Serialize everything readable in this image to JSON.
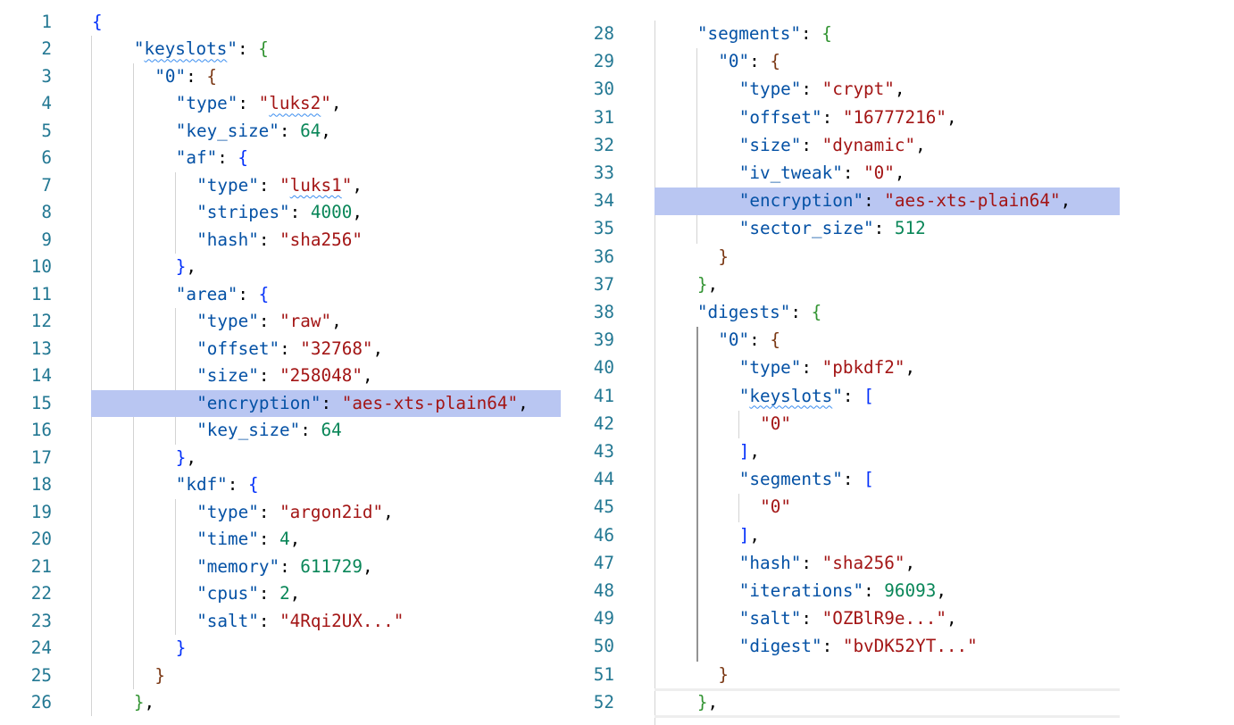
{
  "editor": {
    "language": "json",
    "colors": {
      "key": "#0451a5",
      "string": "#a31515",
      "number": "#098658",
      "line_number": "#237893",
      "bracket_level_1": "#0431fa",
      "bracket_level_2": "#319331",
      "bracket_level_3": "#7b3814",
      "selection_highlight": "#b9c6f2"
    },
    "panels": [
      {
        "name": "left",
        "first_line": 1,
        "highlighted_lines": [
          15
        ],
        "lines": [
          {
            "n": "1",
            "indent": 0,
            "tokens": [
              [
                "b1",
                "{"
              ]
            ]
          },
          {
            "n": "2",
            "indent": 4,
            "tokens": [
              [
                "t-key",
                "\""
              ],
              [
                "t-key spell",
                "keyslots"
              ],
              [
                "t-key",
                "\""
              ],
              [
                "t-p",
                ": "
              ],
              [
                "b2",
                "{"
              ]
            ]
          },
          {
            "n": "3",
            "indent": 6,
            "tokens": [
              [
                "t-key",
                "\"0\""
              ],
              [
                "t-p",
                ": "
              ],
              [
                "b3",
                "{"
              ]
            ]
          },
          {
            "n": "4",
            "indent": 8,
            "tokens": [
              [
                "t-key",
                "\"type\""
              ],
              [
                "t-p",
                ": "
              ],
              [
                "t-str",
                "\""
              ],
              [
                "t-str spell",
                "luks2"
              ],
              [
                "t-str",
                "\""
              ],
              [
                "t-p",
                ","
              ]
            ]
          },
          {
            "n": "5",
            "indent": 8,
            "tokens": [
              [
                "t-key",
                "\"key_size\""
              ],
              [
                "t-p",
                ": "
              ],
              [
                "t-num",
                "64"
              ],
              [
                "t-p",
                ","
              ]
            ]
          },
          {
            "n": "6",
            "indent": 8,
            "tokens": [
              [
                "t-key",
                "\"af\""
              ],
              [
                "t-p",
                ": "
              ],
              [
                "b1",
                "{"
              ]
            ]
          },
          {
            "n": "7",
            "indent": 10,
            "tokens": [
              [
                "t-key",
                "\"type\""
              ],
              [
                "t-p",
                ": "
              ],
              [
                "t-str",
                "\""
              ],
              [
                "t-str spell",
                "luks1"
              ],
              [
                "t-str",
                "\""
              ],
              [
                "t-p",
                ","
              ]
            ]
          },
          {
            "n": "8",
            "indent": 10,
            "tokens": [
              [
                "t-key",
                "\"stripes\""
              ],
              [
                "t-p",
                ": "
              ],
              [
                "t-num",
                "4000"
              ],
              [
                "t-p",
                ","
              ]
            ]
          },
          {
            "n": "9",
            "indent": 10,
            "tokens": [
              [
                "t-key",
                "\"hash\""
              ],
              [
                "t-p",
                ": "
              ],
              [
                "t-str",
                "\"sha256\""
              ]
            ]
          },
          {
            "n": "10",
            "indent": 8,
            "tokens": [
              [
                "b1",
                "}"
              ],
              [
                "t-p",
                ","
              ]
            ]
          },
          {
            "n": "11",
            "indent": 8,
            "tokens": [
              [
                "t-key",
                "\"area\""
              ],
              [
                "t-p",
                ": "
              ],
              [
                "b1",
                "{"
              ]
            ]
          },
          {
            "n": "12",
            "indent": 10,
            "tokens": [
              [
                "t-key",
                "\"type\""
              ],
              [
                "t-p",
                ": "
              ],
              [
                "t-str",
                "\"raw\""
              ],
              [
                "t-p",
                ","
              ]
            ]
          },
          {
            "n": "13",
            "indent": 10,
            "tokens": [
              [
                "t-key",
                "\"offset\""
              ],
              [
                "t-p",
                ": "
              ],
              [
                "t-str",
                "\"32768\""
              ],
              [
                "t-p",
                ","
              ]
            ]
          },
          {
            "n": "14",
            "indent": 10,
            "tokens": [
              [
                "t-key",
                "\"size\""
              ],
              [
                "t-p",
                ": "
              ],
              [
                "t-str",
                "\"258048\""
              ],
              [
                "t-p",
                ","
              ]
            ]
          },
          {
            "n": "15",
            "indent": 10,
            "tokens": [
              [
                "t-key",
                "\"encryption\""
              ],
              [
                "t-p",
                ": "
              ],
              [
                "t-str",
                "\"aes-xts-plain64\""
              ],
              [
                "t-p",
                ","
              ]
            ]
          },
          {
            "n": "16",
            "indent": 10,
            "tokens": [
              [
                "t-key",
                "\"key_size\""
              ],
              [
                "t-p",
                ": "
              ],
              [
                "t-num",
                "64"
              ]
            ]
          },
          {
            "n": "17",
            "indent": 8,
            "tokens": [
              [
                "b1",
                "}"
              ],
              [
                "t-p",
                ","
              ]
            ]
          },
          {
            "n": "18",
            "indent": 8,
            "tokens": [
              [
                "t-key",
                "\"kdf\""
              ],
              [
                "t-p",
                ": "
              ],
              [
                "b1",
                "{"
              ]
            ]
          },
          {
            "n": "19",
            "indent": 10,
            "tokens": [
              [
                "t-key",
                "\"type\""
              ],
              [
                "t-p",
                ": "
              ],
              [
                "t-str",
                "\"argon2id\""
              ],
              [
                "t-p",
                ","
              ]
            ]
          },
          {
            "n": "20",
            "indent": 10,
            "tokens": [
              [
                "t-key",
                "\"time\""
              ],
              [
                "t-p",
                ": "
              ],
              [
                "t-num",
                "4"
              ],
              [
                "t-p",
                ","
              ]
            ]
          },
          {
            "n": "21",
            "indent": 10,
            "tokens": [
              [
                "t-key",
                "\"memory\""
              ],
              [
                "t-p",
                ": "
              ],
              [
                "t-num",
                "611729"
              ],
              [
                "t-p",
                ","
              ]
            ]
          },
          {
            "n": "22",
            "indent": 10,
            "tokens": [
              [
                "t-key",
                "\"cpus\""
              ],
              [
                "t-p",
                ": "
              ],
              [
                "t-num",
                "2"
              ],
              [
                "t-p",
                ","
              ]
            ]
          },
          {
            "n": "23",
            "indent": 10,
            "tokens": [
              [
                "t-key",
                "\"salt\""
              ],
              [
                "t-p",
                ": "
              ],
              [
                "t-str",
                "\"4Rqi2UX...\""
              ]
            ]
          },
          {
            "n": "24",
            "indent": 8,
            "tokens": [
              [
                "b1",
                "}"
              ]
            ]
          },
          {
            "n": "25",
            "indent": 6,
            "tokens": [
              [
                "b3",
                "}"
              ]
            ]
          },
          {
            "n": "26",
            "indent": 4,
            "tokens": [
              [
                "b2",
                "}"
              ],
              [
                "t-p",
                ","
              ]
            ]
          }
        ]
      },
      {
        "name": "right",
        "first_line": 28,
        "highlighted_lines": [
          34
        ],
        "current_line": 52,
        "lines": [
          {
            "n": "28",
            "indent": 4,
            "tokens": [
              [
                "t-key",
                "\"segments\""
              ],
              [
                "t-p",
                ": "
              ],
              [
                "b2",
                "{"
              ]
            ]
          },
          {
            "n": "29",
            "indent": 6,
            "tokens": [
              [
                "t-key",
                "\"0\""
              ],
              [
                "t-p",
                ": "
              ],
              [
                "b3",
                "{"
              ]
            ]
          },
          {
            "n": "30",
            "indent": 8,
            "tokens": [
              [
                "t-key",
                "\"type\""
              ],
              [
                "t-p",
                ": "
              ],
              [
                "t-str",
                "\"crypt\""
              ],
              [
                "t-p",
                ","
              ]
            ]
          },
          {
            "n": "31",
            "indent": 8,
            "tokens": [
              [
                "t-key",
                "\"offset\""
              ],
              [
                "t-p",
                ": "
              ],
              [
                "t-str",
                "\"16777216\""
              ],
              [
                "t-p",
                ","
              ]
            ]
          },
          {
            "n": "32",
            "indent": 8,
            "tokens": [
              [
                "t-key",
                "\"size\""
              ],
              [
                "t-p",
                ": "
              ],
              [
                "t-str",
                "\"dynamic\""
              ],
              [
                "t-p",
                ","
              ]
            ]
          },
          {
            "n": "33",
            "indent": 8,
            "tokens": [
              [
                "t-key",
                "\"iv_tweak\""
              ],
              [
                "t-p",
                ": "
              ],
              [
                "t-str",
                "\"0\""
              ],
              [
                "t-p",
                ","
              ]
            ]
          },
          {
            "n": "34",
            "indent": 8,
            "tokens": [
              [
                "t-key",
                "\"encryption\""
              ],
              [
                "t-p",
                ": "
              ],
              [
                "t-str",
                "\"aes-xts-plain64\""
              ],
              [
                "t-p",
                ","
              ]
            ]
          },
          {
            "n": "35",
            "indent": 8,
            "tokens": [
              [
                "t-key",
                "\"sector_size\""
              ],
              [
                "t-p",
                ": "
              ],
              [
                "t-num",
                "512"
              ]
            ]
          },
          {
            "n": "36",
            "indent": 6,
            "tokens": [
              [
                "b3",
                "}"
              ]
            ]
          },
          {
            "n": "37",
            "indent": 4,
            "tokens": [
              [
                "b2",
                "}"
              ],
              [
                "t-p",
                ","
              ]
            ]
          },
          {
            "n": "38",
            "indent": 4,
            "tokens": [
              [
                "t-key",
                "\"digests\""
              ],
              [
                "t-p",
                ": "
              ],
              [
                "b2",
                "{"
              ]
            ]
          },
          {
            "n": "39",
            "indent": 6,
            "tokens": [
              [
                "t-key",
                "\"0\""
              ],
              [
                "t-p",
                ": "
              ],
              [
                "b3",
                "{"
              ]
            ]
          },
          {
            "n": "40",
            "indent": 8,
            "tokens": [
              [
                "t-key",
                "\"type\""
              ],
              [
                "t-p",
                ": "
              ],
              [
                "t-str",
                "\"pbkdf2\""
              ],
              [
                "t-p",
                ","
              ]
            ]
          },
          {
            "n": "41",
            "indent": 8,
            "tokens": [
              [
                "t-key",
                "\""
              ],
              [
                "t-key spell",
                "keyslots"
              ],
              [
                "t-key",
                "\""
              ],
              [
                "t-p",
                ": "
              ],
              [
                "b1",
                "["
              ]
            ]
          },
          {
            "n": "42",
            "indent": 10,
            "tokens": [
              [
                "t-str",
                "\"0\""
              ]
            ]
          },
          {
            "n": "43",
            "indent": 8,
            "tokens": [
              [
                "b1",
                "]"
              ],
              [
                "t-p",
                ","
              ]
            ]
          },
          {
            "n": "44",
            "indent": 8,
            "tokens": [
              [
                "t-key",
                "\"segments\""
              ],
              [
                "t-p",
                ": "
              ],
              [
                "b1",
                "["
              ]
            ]
          },
          {
            "n": "45",
            "indent": 10,
            "tokens": [
              [
                "t-str",
                "\"0\""
              ]
            ]
          },
          {
            "n": "46",
            "indent": 8,
            "tokens": [
              [
                "b1",
                "]"
              ],
              [
                "t-p",
                ","
              ]
            ]
          },
          {
            "n": "47",
            "indent": 8,
            "tokens": [
              [
                "t-key",
                "\"hash\""
              ],
              [
                "t-p",
                ": "
              ],
              [
                "t-str",
                "\"sha256\""
              ],
              [
                "t-p",
                ","
              ]
            ]
          },
          {
            "n": "48",
            "indent": 8,
            "tokens": [
              [
                "t-key",
                "\"iterations\""
              ],
              [
                "t-p",
                ": "
              ],
              [
                "t-num",
                "96093"
              ],
              [
                "t-p",
                ","
              ]
            ]
          },
          {
            "n": "49",
            "indent": 8,
            "tokens": [
              [
                "t-key",
                "\"salt\""
              ],
              [
                "t-p",
                ": "
              ],
              [
                "t-str",
                "\"OZBlR9e...\""
              ],
              [
                "t-p",
                ","
              ]
            ]
          },
          {
            "n": "50",
            "indent": 8,
            "tokens": [
              [
                "t-key",
                "\"digest\""
              ],
              [
                "t-p",
                ": "
              ],
              [
                "t-str",
                "\"bvDK52YT...\""
              ]
            ]
          },
          {
            "n": "51",
            "indent": 6,
            "tokens": [
              [
                "b3",
                "}"
              ]
            ]
          },
          {
            "n": "52",
            "indent": 4,
            "tokens": [
              [
                "b2",
                "}"
              ],
              [
                "t-p",
                ","
              ]
            ]
          }
        ]
      }
    ]
  }
}
